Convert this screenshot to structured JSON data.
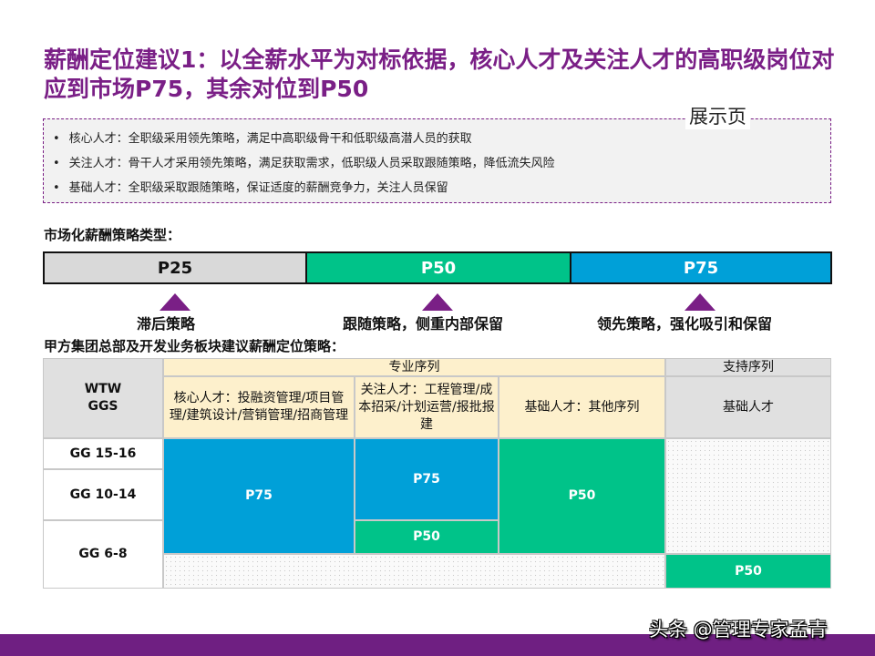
{
  "title": "薪酬定位建议1：以全薪水平为对标依据，核心人才及关注人才的高职级岗位对应到市场P75，其余对位到P50",
  "tag": "展示页",
  "notes": [
    "核心人才：全职级采用领先策略，满足中高职级骨干和低职级高潜人员的获取",
    "关注人才：骨干人才采用领先策略，满足获取需求，低职级人员采取跟随策略，降低流失风险",
    "基础人才：全职级采取跟随策略，保证适度的薪酬竞争力，关注人员保留"
  ],
  "strategy_heading": "市场化薪酬策略类型：",
  "bar": [
    {
      "label": "P25",
      "color": "#d9d9d9"
    },
    {
      "label": "P50",
      "color": "#00c389"
    },
    {
      "label": "P75",
      "color": "#00a0d8"
    }
  ],
  "bar_labels": [
    "滞后策略",
    "跟随策略，侧重内部保留",
    "领先策略，强化吸引和保留"
  ],
  "table_heading": "甲方集团总部及开发业务板块建议薪酬定位策略：",
  "table": {
    "corner": "WTW\nGGS",
    "group_pro": "专业序列",
    "group_support": "支持序列",
    "cols": [
      "核心人才：投融资管理/项目管理/建筑设计/营销管理/招商管理",
      "关注人才：工程管理/成本招采/计划运营/报批报建",
      "基础人才：其他序列",
      "基础人才"
    ],
    "rows": [
      "GG 15-16",
      "GG 10-14",
      "GG 6-8"
    ],
    "cells": {
      "core": "P75",
      "focus_high": "P75",
      "focus_low": "P50",
      "basic_pro": "P50",
      "basic_support_low": "P50"
    }
  },
  "watermark": "头条 @管理专家孟青"
}
